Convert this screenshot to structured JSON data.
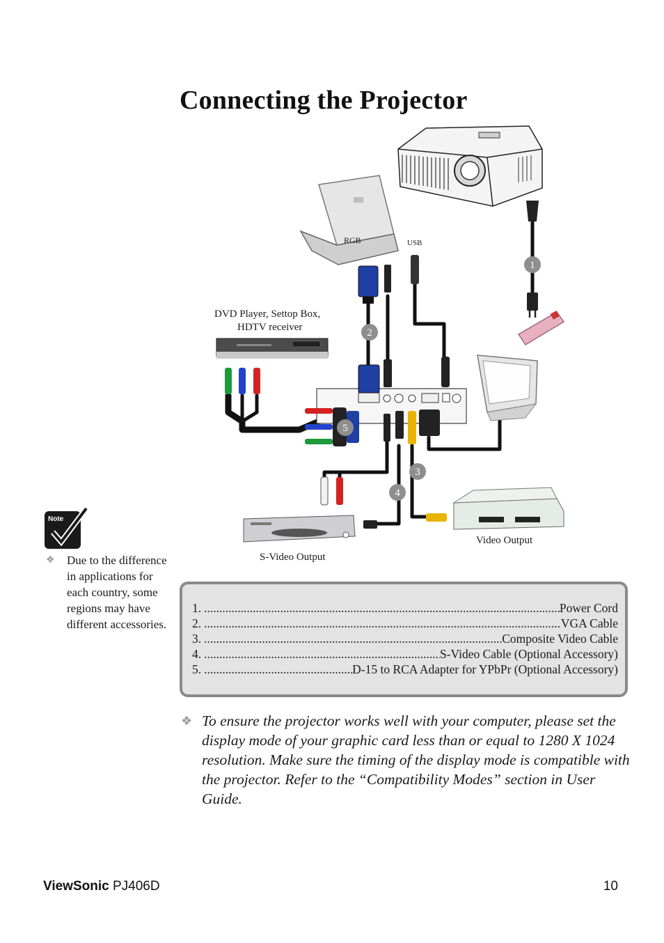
{
  "page": {
    "title": "Connecting the Projector"
  },
  "diagram": {
    "port_labels": {
      "rgb": "RGB",
      "usb": "USB"
    },
    "device_labels": {
      "dvd_line1": "DVD Player, Settop Box,",
      "dvd_line2": "HDTV receiver",
      "video_output": "Video Output",
      "svideo_output": "S-Video Output"
    },
    "callouts": [
      "1",
      "2",
      "3",
      "4",
      "5"
    ],
    "colors": {
      "cable": "#111111",
      "vga_blue": "#1f3fa3",
      "rca_green": "#1e9a3a",
      "rca_blue": "#2244cc",
      "rca_red": "#d42222",
      "rca_yellow": "#e8b400",
      "rca_white": "#f2f2f2",
      "power_strip": "#e8b0c0",
      "callout_fill": "#8e8e8e"
    },
    "icons": [
      "projector-icon",
      "laptop-icon",
      "dvd-player-icon",
      "crt-monitor-icon",
      "vcr-icon",
      "svideo-player-icon",
      "power-strip-icon"
    ]
  },
  "note": {
    "icon_label": "Note",
    "bullet": "❖",
    "text": "Due to the difference in applications for each country, some regions may have different accessories."
  },
  "legend": {
    "items": [
      {
        "num": "1.",
        "label": "Power Cord"
      },
      {
        "num": "2.",
        "label": "VGA Cable"
      },
      {
        "num": "3.",
        "label": "Composite Video Cable"
      },
      {
        "num": "4.",
        "label": "S-Video Cable (Optional Accessory)"
      },
      {
        "num": "5.",
        "label": "D-15 to RCA Adapter for YPbPr (Optional Accessory)"
      }
    ]
  },
  "tip": {
    "bullet": "❖",
    "text": "To ensure the projector works well with your computer, please set the display mode of your graphic card less than or equal to 1280 X 1024 resolution. Make sure the timing of the display mode is compatible with the projector.  Refer to the “Compatibility Modes” section in User Guide."
  },
  "footer": {
    "brand": "ViewSonic",
    "model": " PJ406D",
    "page_number": "10"
  }
}
